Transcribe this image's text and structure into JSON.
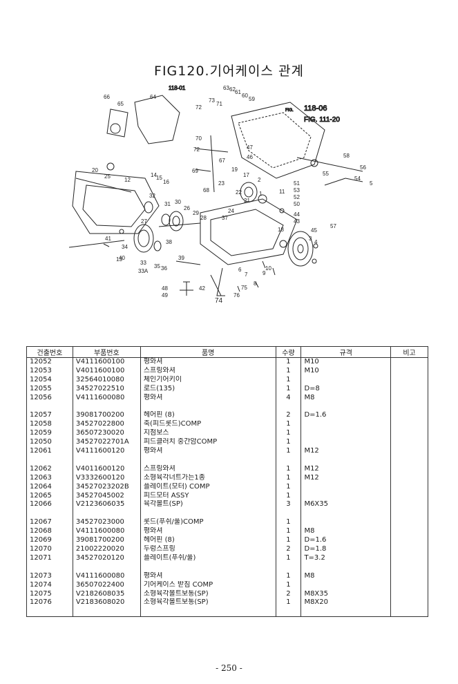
{
  "figure": {
    "title": "FIG120.기어케이스 관계",
    "refs": [
      "118-01",
      "118-06",
      "FIG. 111-20",
      "FIG."
    ],
    "callouts": [
      "66",
      "65",
      "64",
      "73",
      "71",
      "72",
      "63",
      "62",
      "61",
      "60",
      "59",
      "70",
      "72",
      "67",
      "69",
      "68",
      "47",
      "46",
      "58",
      "56",
      "55",
      "54",
      "57",
      "5",
      "20",
      "25",
      "12",
      "14",
      "15",
      "16",
      "32",
      "31",
      "30",
      "26",
      "29",
      "28",
      "27",
      "34",
      "13",
      "33",
      "33A",
      "35",
      "36",
      "39",
      "19",
      "17",
      "23",
      "22",
      "21",
      "24",
      "37",
      "11",
      "53",
      "52",
      "50",
      "44",
      "43",
      "18",
      "45",
      "4",
      "3",
      "10",
      "8",
      "9",
      "75",
      "76",
      "48",
      "49",
      "42",
      "74",
      "51",
      "2",
      "1",
      "6",
      "7",
      "38",
      "40",
      "41"
    ]
  },
  "table": {
    "headers": [
      "건출번호",
      "부품번호",
      "품명",
      "수량",
      "규격",
      "비고"
    ],
    "rows": [
      [
        "12052",
        "V4111600100",
        "평와셔",
        "1",
        "M10",
        ""
      ],
      [
        "12053",
        "V4011600100",
        "스프링와셔",
        "1",
        "M10",
        ""
      ],
      [
        "12054",
        "32564010080",
        "체인기어키이",
        "1",
        "",
        ""
      ],
      [
        "12055",
        "34527022510",
        "로드(135)",
        "1",
        "D=8",
        ""
      ],
      [
        "12056",
        "V4111600080",
        "평와셔",
        "4",
        "M8",
        ""
      ],
      [
        "",
        "",
        "",
        "",
        "",
        ""
      ],
      [
        "12057",
        "39081700200",
        "헤어핀 (8)",
        "2",
        "D=1.6",
        ""
      ],
      [
        "12058",
        "34527022800",
        "축(피드롯드)COMP",
        "1",
        "",
        ""
      ],
      [
        "12059",
        "36507230020",
        "지점보스",
        "1",
        "",
        ""
      ],
      [
        "12050",
        "34527022701A",
        "피드클러치 중간암COMP",
        "1",
        "",
        ""
      ],
      [
        "12061",
        "V4111600120",
        "평와셔",
        "1",
        "M12",
        ""
      ],
      [
        "",
        "",
        "",
        "",
        "",
        ""
      ],
      [
        "12062",
        "V4011600120",
        "스프링와셔",
        "1",
        "M12",
        ""
      ],
      [
        "12063",
        "V3332600120",
        "소형육각너트가는1종",
        "1",
        "M12",
        ""
      ],
      [
        "12064",
        "34527023202B",
        "플레이트(모터) COMP",
        "1",
        "",
        ""
      ],
      [
        "12065",
        "34527045002",
        "피드모터 ASSY",
        "1",
        "",
        ""
      ],
      [
        "12066",
        "V2123606035",
        "육각볼트(SP)",
        "3",
        "M6X35",
        ""
      ],
      [
        "",
        "",
        "",
        "",
        "",
        ""
      ],
      [
        "12067",
        "34527023000",
        "롯드(푸쉬/풀)COMP",
        "1",
        "",
        ""
      ],
      [
        "12068",
        "V4111600080",
        "평와셔",
        "1",
        "M8",
        ""
      ],
      [
        "12069",
        "39081700200",
        "헤어핀 (8)",
        "1",
        "D=1.6",
        ""
      ],
      [
        "12070",
        "21002220020",
        "두렁스프링",
        "2",
        "D=1.8",
        ""
      ],
      [
        "12071",
        "34527020120",
        "플레이트(푸쉬/풀)",
        "1",
        "T=3.2",
        ""
      ],
      [
        "",
        "",
        "",
        "",
        "",
        ""
      ],
      [
        "12073",
        "V4111600080",
        "평와셔",
        "1",
        "M8",
        ""
      ],
      [
        "12074",
        "36507022400",
        "기어케이스 받침 COMP",
        "1",
        "",
        ""
      ],
      [
        "12075",
        "V2182608035",
        "소형육각볼트보통(SP)",
        "2",
        "M8X35",
        ""
      ],
      [
        "12076",
        "V2183608020",
        "소형육각볼트보통(SP)",
        "1",
        "M8X20",
        ""
      ],
      [
        "",
        "",
        "",
        "",
        "",
        ""
      ]
    ]
  },
  "page_number": "- 250 -"
}
